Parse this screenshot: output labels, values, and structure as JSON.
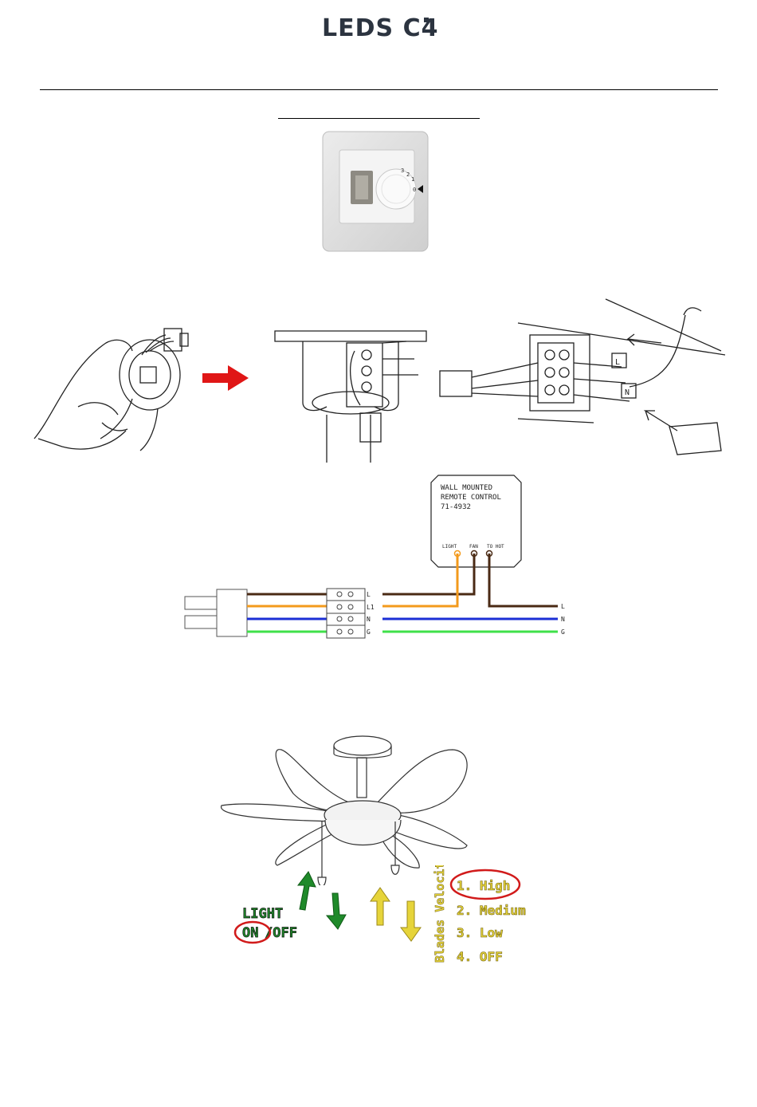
{
  "header": {
    "brand": "LEDS C4"
  },
  "remote_control": {
    "line1": "WALL MOUNTED",
    "line2": "REMOTE CONTROL",
    "model": "71-4932",
    "terminals": [
      "LIGHT",
      "FAN",
      "TO HOT"
    ]
  },
  "terminal_block": {
    "labels": [
      "L",
      "L1",
      "N",
      "G"
    ]
  },
  "supply": {
    "labels": [
      "L",
      "N",
      "G"
    ]
  },
  "switch_dial": {
    "marks": [
      "3",
      "2",
      "1",
      "0"
    ]
  },
  "fan_controls": {
    "light_title": "LIGHT",
    "light_on": "ON",
    "light_off": "/OFF",
    "velocity_title": "Blades Velocity",
    "speeds": [
      "1. High",
      "2. Medium",
      "3. Low",
      "4. OFF"
    ]
  },
  "colors": {
    "brown": "#4a2a14",
    "orange": "#f39a1c",
    "blue": "#1b2fd6",
    "green": "#3fe04a",
    "red_arrow": "#e01616",
    "light_green": "#1f8a2a",
    "velocity_yellow": "#e6d43a",
    "circle_red": "#d11a1a"
  }
}
